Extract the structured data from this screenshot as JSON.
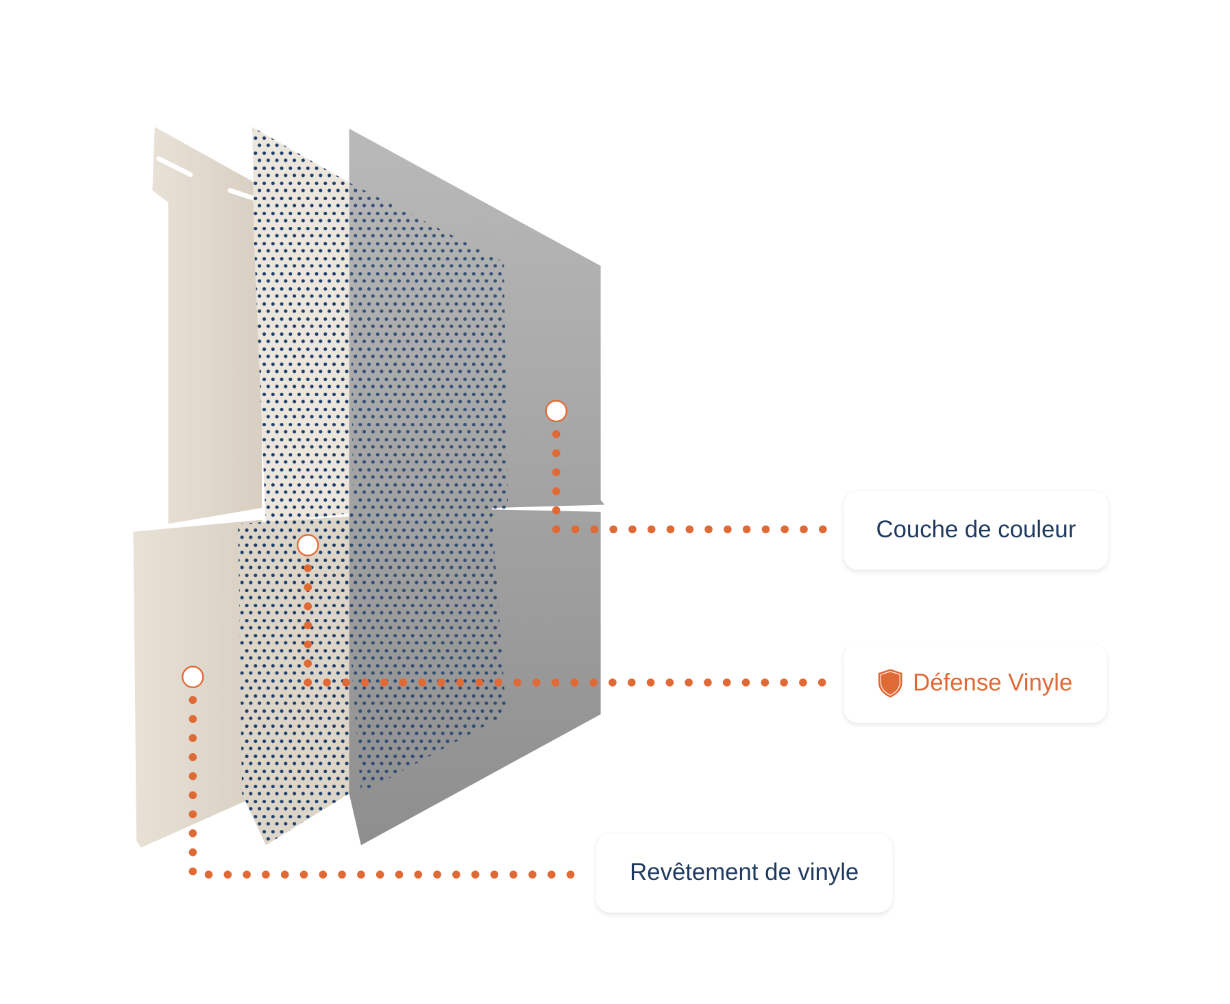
{
  "colors": {
    "accent": "#e06a35",
    "text": "#1f3a5f"
  },
  "labels": {
    "color_layer": "Couche de couleur",
    "defense": "Défense Vinyle",
    "vinyl": "Revêtement de vinyle"
  },
  "icons": {
    "defense": "shield-icon"
  }
}
